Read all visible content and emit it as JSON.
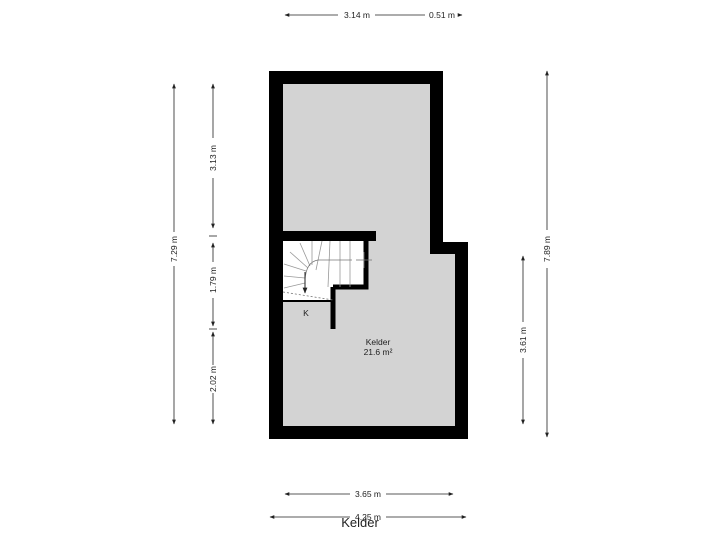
{
  "floor_label": "Kelder",
  "rooms": [
    {
      "id": "kelder",
      "name": "Kelder",
      "area": "21.6 m²"
    },
    {
      "id": "kast",
      "name": "K"
    }
  ],
  "dimensions": {
    "top_left": "3.14 m",
    "top_right": "0.51 m",
    "left_outer": "7.29 m",
    "left_upper": "3.13 m",
    "left_middle": "1.79 m",
    "left_lower": "2.02 m",
    "right_outer": "7.89 m",
    "right_inner": "3.61 m",
    "bottom_inner": "3.65 m",
    "bottom_outer": "4.25 m"
  },
  "colors": {
    "wall": "#000000",
    "floor": "#d3d3d3",
    "line": "#222222"
  }
}
